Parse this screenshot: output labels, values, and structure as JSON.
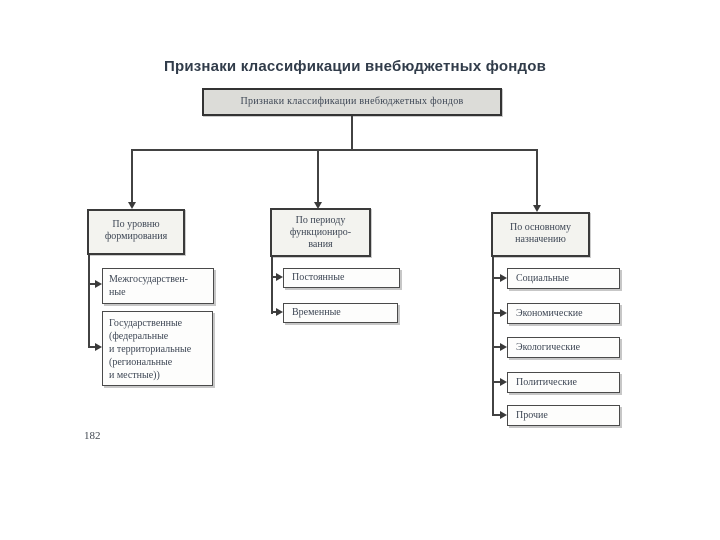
{
  "title": "Признаки классификации внебюджетных фондов",
  "root": {
    "label": "Признаки классификации внебюджетных фондов"
  },
  "branches": [
    {
      "header": "По уровню\nформирования",
      "children": [
        "Межгосударствен-\nные",
        "Государственные\n(федеральные\nи территориальные\n(региональные\nи местные))"
      ]
    },
    {
      "header": "По периоду\nфункциониро-\nвания",
      "children": [
        "Постоянные",
        "Временные"
      ]
    },
    {
      "header": "По основному\nназначению",
      "children": [
        "Социальные",
        "Экономические",
        "Экологические",
        "Политические",
        "Прочие"
      ]
    }
  ],
  "page_number": "182",
  "colors": {
    "background": "#ffffff",
    "title_text": "#313c4a",
    "box_text": "#3d4654",
    "line": "#424242",
    "root_fill": "#dcdcd8",
    "header_fill": "#f3f3ef",
    "child_fill": "#fdfdfc",
    "border": "#3a3a3a"
  }
}
